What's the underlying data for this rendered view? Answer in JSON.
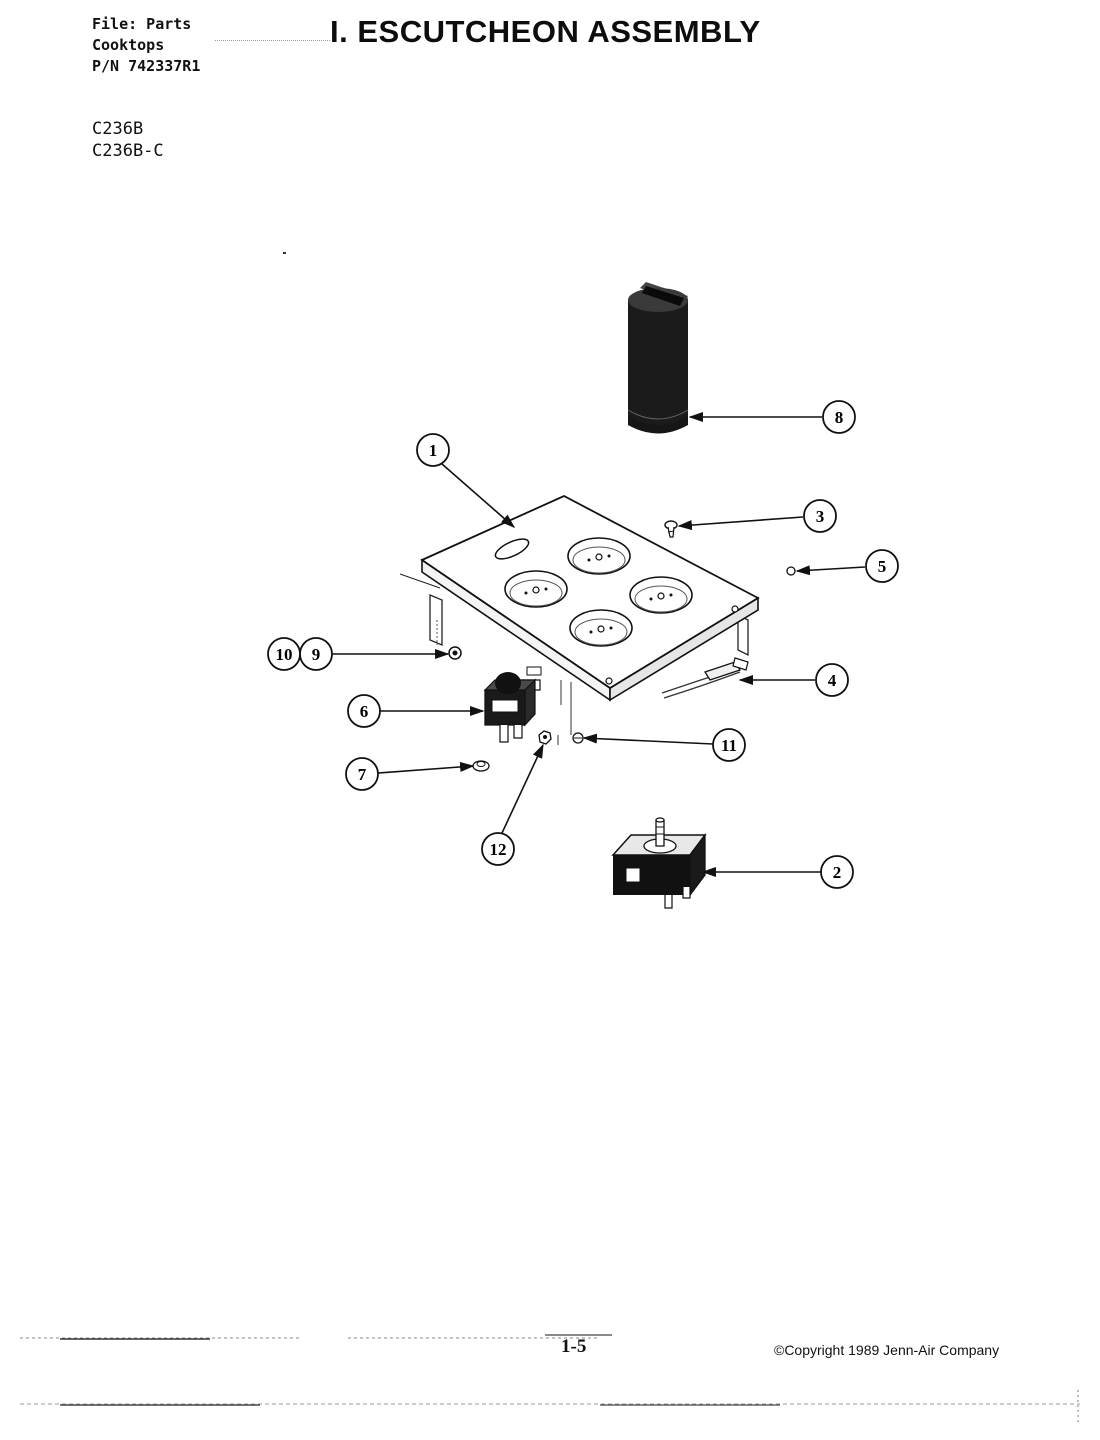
{
  "header": {
    "file_line": "File: Parts",
    "category_line": "Cooktops",
    "part_number_line": "P/N 742337R1"
  },
  "title": "I. ESCUTCHEON ASSEMBLY",
  "models": [
    "C236B",
    "C236B-C"
  ],
  "callouts": [
    "1",
    "2",
    "3",
    "4",
    "5",
    "6",
    "7",
    "8",
    "9",
    "10",
    "11",
    "12"
  ],
  "footer": {
    "page_number": "1-5",
    "copyright": "©Copyright 1989 Jenn-Air Company"
  }
}
